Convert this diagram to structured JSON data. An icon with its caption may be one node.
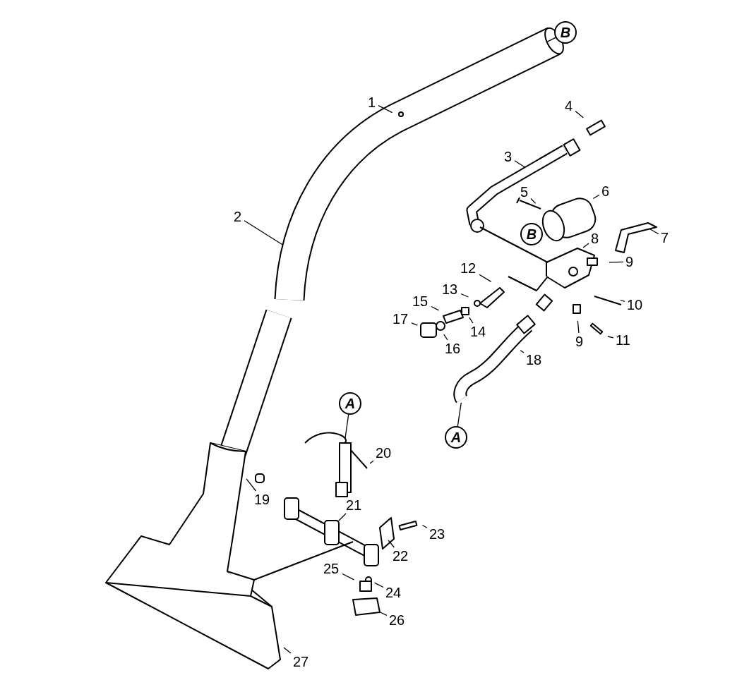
{
  "diagram": {
    "nodes": [
      {
        "text": [
          "B"
        ]
      },
      {
        "text": [
          "1"
        ]
      },
      {
        "text": [
          "2"
        ]
      },
      {
        "text": [
          "3"
        ]
      },
      {
        "text": [
          "4"
        ]
      },
      {
        "text": [
          "5"
        ]
      },
      {
        "text": [
          "6"
        ]
      },
      {
        "text": [
          "B"
        ]
      },
      {
        "text": [
          "7"
        ]
      },
      {
        "text": [
          "8"
        ]
      },
      {
        "text": [
          "9"
        ]
      },
      {
        "text": [
          "12"
        ]
      },
      {
        "text": [
          "13"
        ]
      },
      {
        "text": [
          "10"
        ]
      },
      {
        "text": [
          "15"
        ]
      },
      {
        "text": [
          "14"
        ]
      },
      {
        "text": [
          "17"
        ]
      },
      {
        "text": [
          "16"
        ]
      },
      {
        "text": [
          "9"
        ]
      },
      {
        "text": [
          "11"
        ]
      },
      {
        "text": [
          "18"
        ]
      },
      {
        "text": [
          "A"
        ]
      },
      {
        "text": [
          "20"
        ]
      },
      {
        "text": [
          "A"
        ]
      },
      {
        "text": [
          "19"
        ]
      },
      {
        "text": [
          "21"
        ]
      },
      {
        "text": [
          "23"
        ]
      },
      {
        "text": [
          "22"
        ]
      },
      {
        "text": [
          "25"
        ]
      },
      {
        "text": [
          "24"
        ]
      },
      {
        "text": [
          "26"
        ]
      },
      {
        "text": [
          "27"
        ]
      }
    ],
    "edges": [
      {
        "from": 0,
        "to": null,
        "arrow": "none"
      },
      {
        "from": 1,
        "to": null,
        "arrow": "none"
      },
      {
        "from": 2,
        "to": null,
        "arrow": "none"
      },
      {
        "from": 3,
        "to": null,
        "arrow": "none"
      },
      {
        "from": 4,
        "to": null,
        "arrow": "none"
      },
      {
        "from": 5,
        "to": null,
        "arrow": "none"
      },
      {
        "from": 6,
        "to": null,
        "arrow": "none"
      },
      {
        "from": 8,
        "to": null,
        "arrow": "none"
      },
      {
        "from": 9,
        "to": null,
        "arrow": "none"
      },
      {
        "from": 10,
        "to": null,
        "arrow": "none"
      },
      {
        "from": 11,
        "to": null,
        "arrow": "none"
      },
      {
        "from": 12,
        "to": null,
        "arrow": "none"
      },
      {
        "from": 13,
        "to": null,
        "arrow": "none"
      },
      {
        "from": 14,
        "to": null,
        "arrow": "none"
      },
      {
        "from": 15,
        "to": null,
        "arrow": "none"
      },
      {
        "from": 16,
        "to": null,
        "arrow": "none"
      },
      {
        "from": 17,
        "to": null,
        "arrow": "none"
      },
      {
        "from": 18,
        "to": null,
        "arrow": "none"
      },
      {
        "from": 19,
        "to": null,
        "arrow": "none"
      },
      {
        "from": 20,
        "to": null,
        "arrow": "none"
      },
      {
        "from": 21,
        "to": null,
        "arrow": "none"
      },
      {
        "from": 22,
        "to": null,
        "arrow": "none"
      },
      {
        "from": 23,
        "to": null,
        "arrow": "none"
      },
      {
        "from": 24,
        "to": null,
        "arrow": "none"
      },
      {
        "from": 25,
        "to": null,
        "arrow": "none"
      },
      {
        "from": 26,
        "to": null,
        "arrow": "none"
      },
      {
        "from": 27,
        "to": null,
        "arrow": "none"
      },
      {
        "from": 28,
        "to": null,
        "arrow": "none"
      },
      {
        "from": 29,
        "to": null,
        "arrow": "none"
      },
      {
        "from": 30,
        "to": null,
        "arrow": "none"
      },
      {
        "from": 31,
        "to": null,
        "arrow": "none"
      }
    ]
  }
}
